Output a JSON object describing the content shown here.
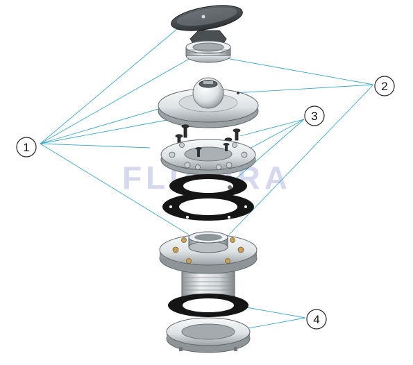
{
  "watermark": "FLUIDRA",
  "callouts": [
    {
      "id": "1",
      "label": "1"
    },
    {
      "id": "2",
      "label": "2"
    },
    {
      "id": "3",
      "label": "3"
    },
    {
      "id": "4",
      "label": "4"
    }
  ],
  "colors": {
    "leader": "#3aa9c9",
    "metal_light": "#eef0f1",
    "metal_mid": "#c8cdd0",
    "metal_dark": "#7d8488",
    "gasket": "#151515",
    "brass": "#c9a05a"
  }
}
